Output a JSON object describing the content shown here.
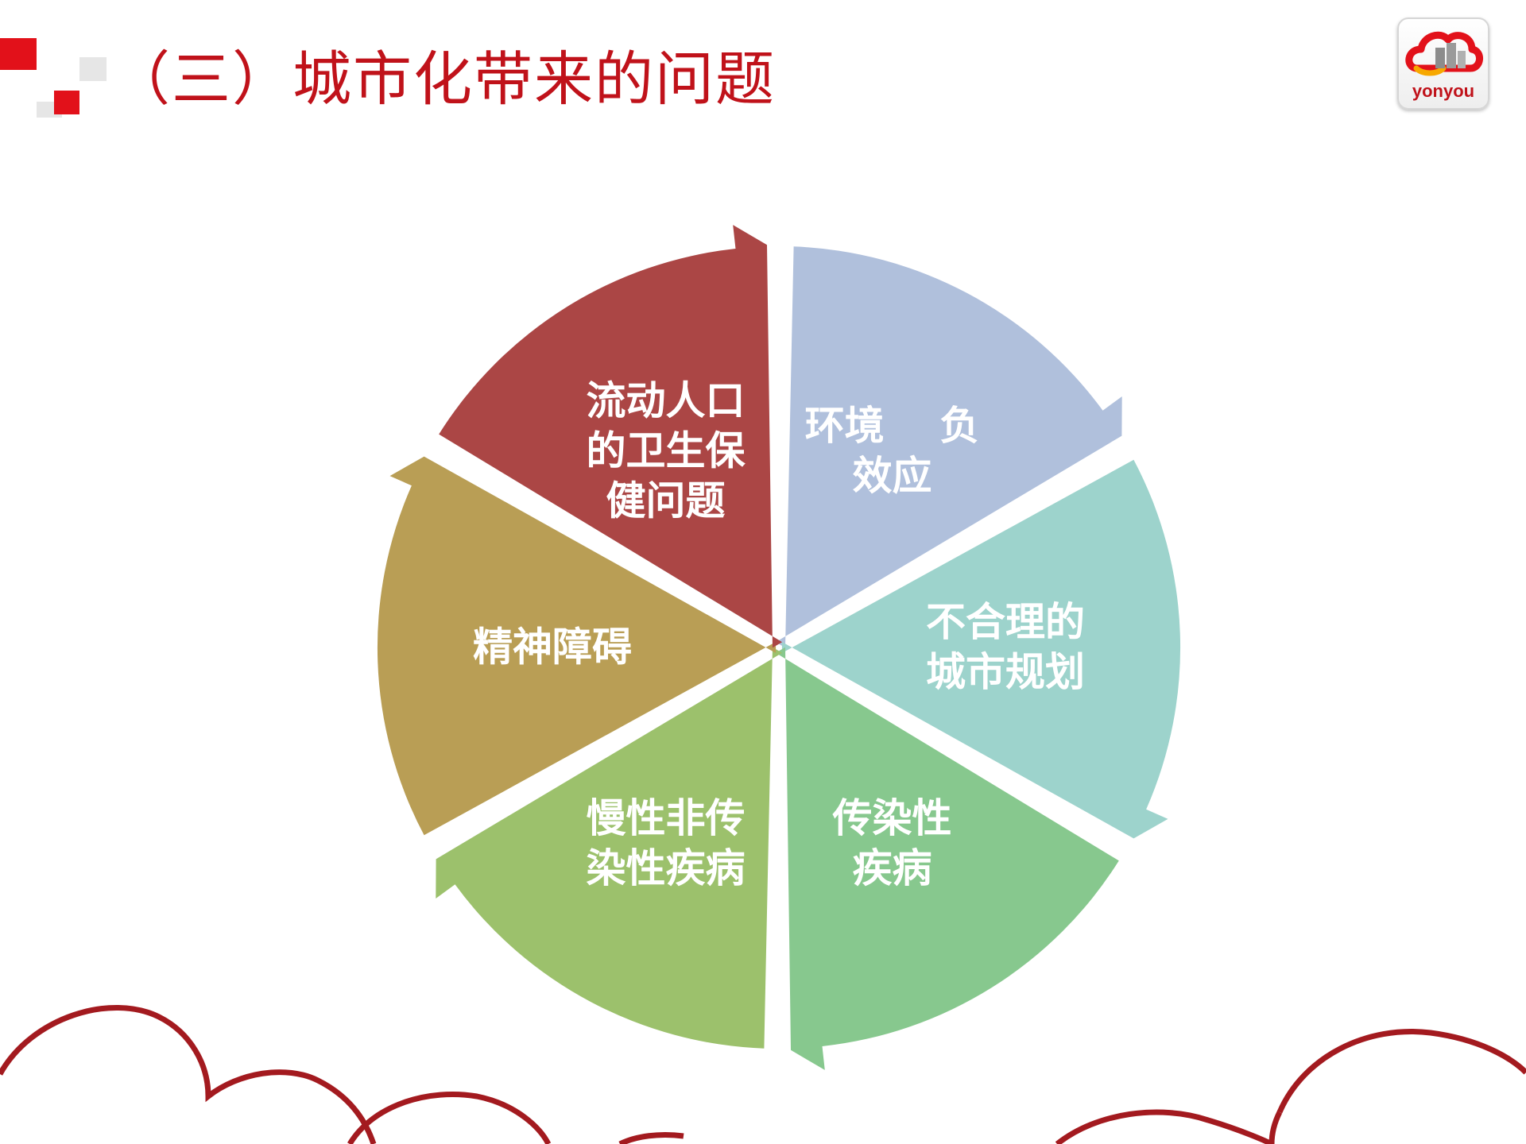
{
  "page": {
    "title": "（三）城市化带来的问题"
  },
  "logo": {
    "text": "yonyou",
    "colors": {
      "red": "#e2111a",
      "orange": "#f7a800",
      "gray": "#8c8c8c"
    }
  },
  "theme": {
    "title_color": "#c0121a",
    "deco_red": "#e2111a",
    "deco_gray": "#e6e6e6",
    "cloud_stroke": "#a31a1f"
  },
  "cycle": {
    "segments": [
      {
        "id": "environment",
        "label": "环境    负\n效应",
        "color": "#b0c0dc"
      },
      {
        "id": "planning",
        "label": "不合理的\n城市规划",
        "color": "#9dd3cc"
      },
      {
        "id": "infectious",
        "label": "传染性\n疾病",
        "color": "#87c88e"
      },
      {
        "id": "chronic",
        "label": "慢性非传\n染性疾病",
        "color": "#9cc16c"
      },
      {
        "id": "mental",
        "label": "精神障碍",
        "color": "#b99e55"
      },
      {
        "id": "floating",
        "label": "流动人口\n的卫生保\n健问题",
        "color": "#ab4645"
      }
    ]
  }
}
